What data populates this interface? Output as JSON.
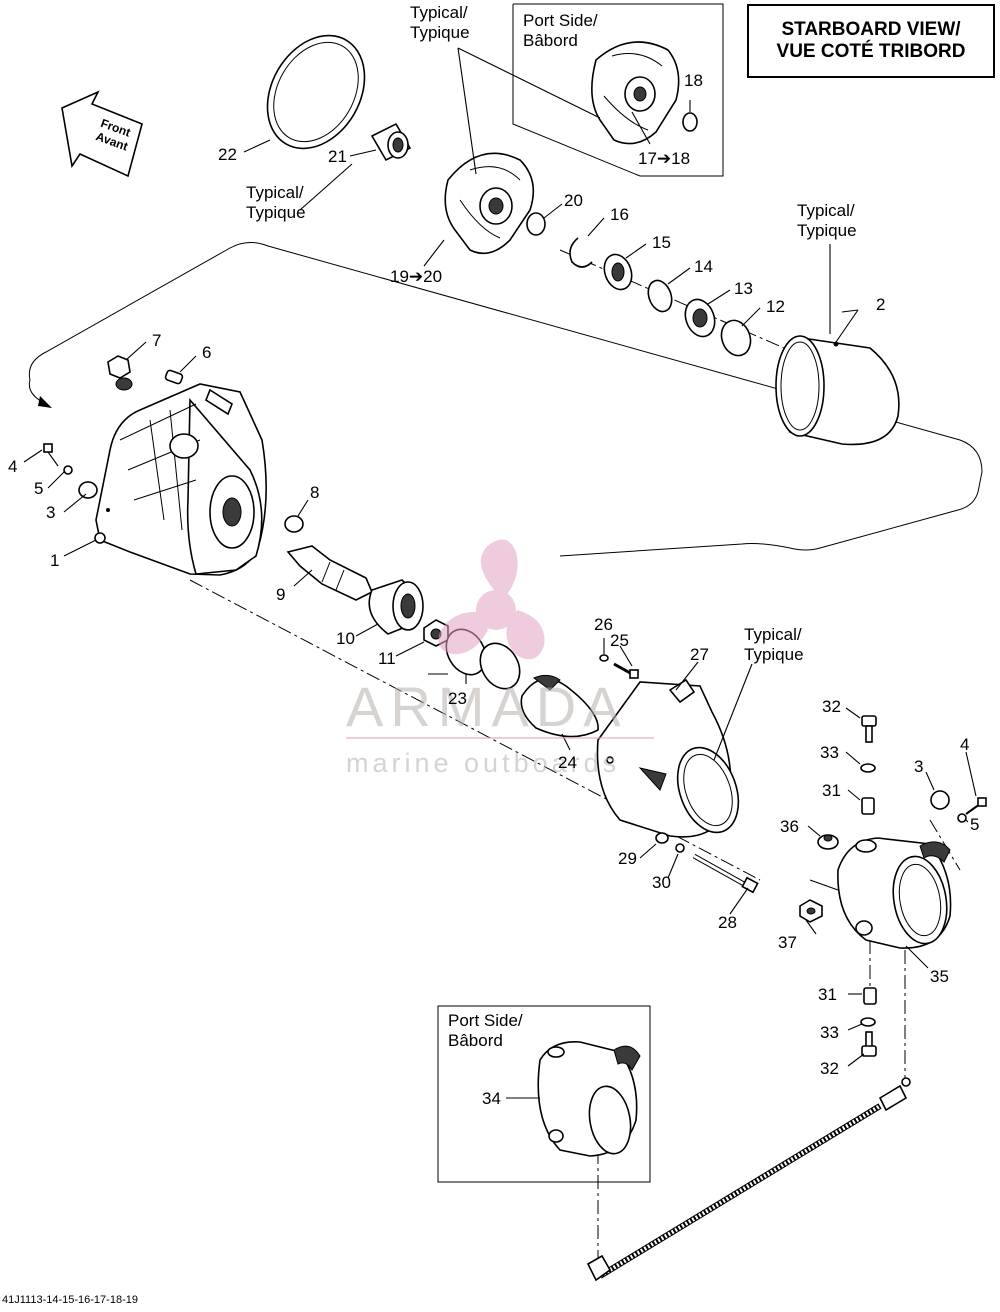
{
  "view_title": {
    "line1": "STARBOARD VIEW/",
    "line2": "VUE COTÉ TRIBORD"
  },
  "front_arrow": {
    "line1": "Front",
    "line2": "Avant"
  },
  "notes": {
    "typical_line1": "Typical/",
    "typical_line2": "Typique",
    "port_side_line1": "Port Side/",
    "port_side_line2": "Bâbord"
  },
  "callouts": {
    "c1": "1",
    "c2": "2",
    "c3": "3",
    "c3b": "3",
    "c4": "4",
    "c4b": "4",
    "c5": "5",
    "c5b": "5",
    "c6": "6",
    "c7": "7",
    "c8": "8",
    "c9": "9",
    "c10": "10",
    "c11": "11",
    "c12": "12",
    "c13": "13",
    "c14": "14",
    "c15": "15",
    "c16": "16",
    "c17_18": "17➔18",
    "c18": "18",
    "c19_20": "19➔20",
    "c20": "20",
    "c21": "21",
    "c22": "22",
    "c23": "23",
    "c24": "24",
    "c25": "25",
    "c26": "26",
    "c27": "27",
    "c28": "28",
    "c29": "29",
    "c30": "30",
    "c31": "31",
    "c31b": "31",
    "c32": "32",
    "c32b": "32",
    "c33": "33",
    "c33b": "33",
    "c34": "34",
    "c35": "35",
    "c36": "36",
    "c37": "37"
  },
  "watermark": {
    "brand": "ARMADA",
    "tagline": "marine outboards",
    "color": "#e2a3c2"
  },
  "footer_code": "41J1113-14-15-16-17-18-19"
}
